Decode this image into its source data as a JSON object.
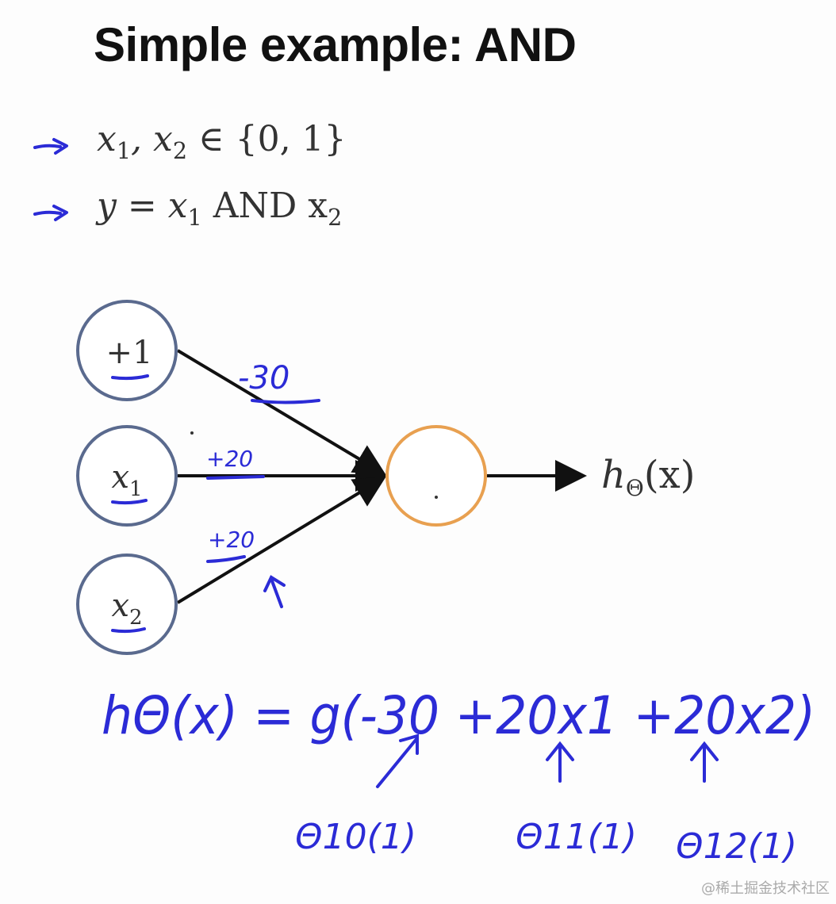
{
  "slide": {
    "title": "Simple example: AND"
  },
  "bullets": [
    {
      "icon": "hand-drawn-arrow-icon",
      "parts": [
        "x",
        "1",
        ", x",
        "2",
        " ∈ {0, 1}"
      ]
    },
    {
      "icon": "hand-drawn-arrow-icon",
      "parts": [
        "y = x",
        "1",
        " AND x",
        "2"
      ]
    }
  ],
  "network": {
    "inputs": [
      {
        "label": "+1",
        "sub": ""
      },
      {
        "label": "x",
        "sub": "1"
      },
      {
        "label": "x",
        "sub": "2"
      }
    ],
    "output_label": "h",
    "output_sub": "Θ",
    "output_arg": "(x)",
    "weights": [
      "-30",
      "+20",
      "+20"
    ],
    "colors": {
      "input_node": "#5a6a8e",
      "output_node": "#e8a050",
      "ink": "#2b2bd6"
    }
  },
  "handwriting": {
    "equation": "hΘ(x) = g(-30 +20x1 +20x2)",
    "annotations": [
      "Θ10(1)",
      "Θ11(1)",
      "Θ12(1)"
    ]
  },
  "watermark": "@稀土掘金技术社区"
}
